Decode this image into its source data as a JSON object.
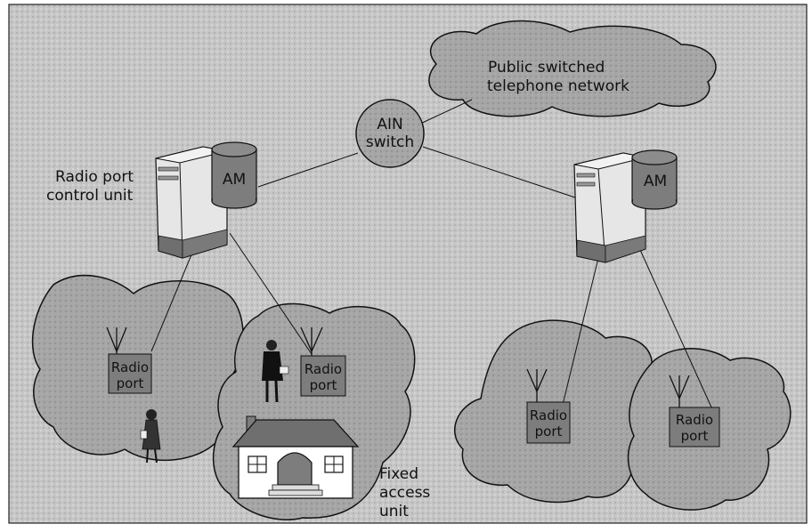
{
  "labels": {
    "pstn_line1": "Public switched",
    "pstn_line2": "telephone network",
    "ain_line1": "AIN",
    "ain_line2": "switch",
    "rpcu_line1": "Radio port",
    "rpcu_line2": "control unit",
    "am_left": "AM",
    "am_right": "AM",
    "radio_port_line1": "Radio",
    "radio_port_line2": "port",
    "fau_line1": "Fixed",
    "fau_line2": "access",
    "fau_line3": "unit"
  },
  "colors": {
    "background": "#c9c9c9",
    "cloud": "#a9a9a9",
    "box": "#7d7d7d",
    "server": "#e8e8e8",
    "server_dark": "#6f6f6f",
    "stroke": "#111111"
  }
}
